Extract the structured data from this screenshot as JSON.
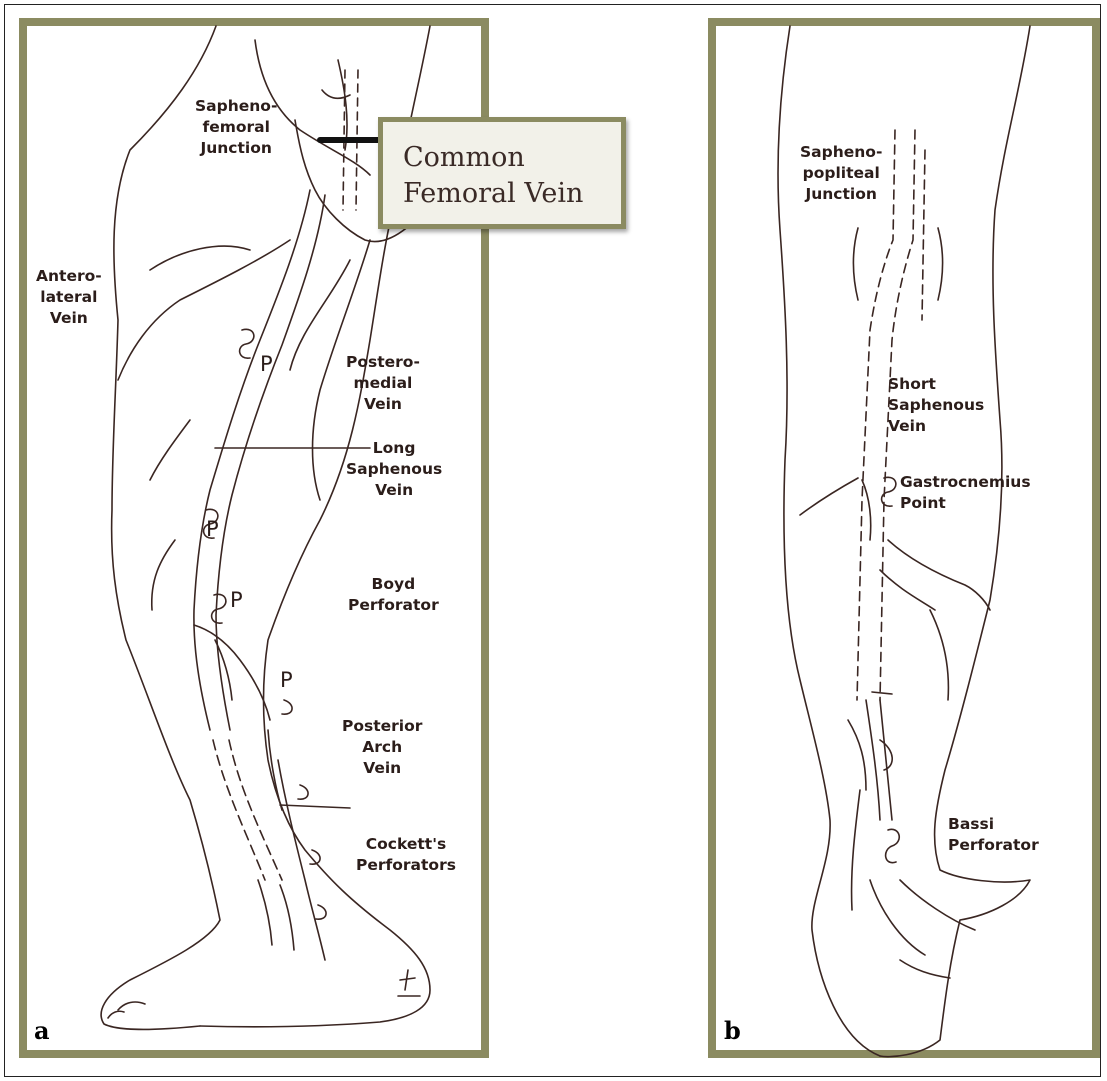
{
  "callout": {
    "text": "Common\nFemoral Vein"
  },
  "panel_a": {
    "letter": "a",
    "labels": {
      "saphenofemoral": "Sapheno-\nfemoral\nJunction",
      "anterolateral": "Antero-\nlateral\nVein",
      "posteromedial": "Postero-\nmedial\nVein",
      "long_saphenous": "Long\nSaphenous\nVein",
      "boyd": "Boyd\nPerforator",
      "posterior_arch": "Posterior\nArch\nVein",
      "cocketts": "Cockett's\nPerforators"
    },
    "p_marks": [
      "P",
      "P",
      "P",
      "P"
    ]
  },
  "panel_b": {
    "letter": "b",
    "labels": {
      "saphenopopliteal": "Sapheno-\npopliteal\nJunction",
      "short_saphenous": "Short\nSaphenous\nVein",
      "gastrocnemius": "Gastrocnemius\nPoint",
      "bassi": "Bassi\nPerforator"
    }
  },
  "colors": {
    "frame": "#8b8b61",
    "ink": "#2b1d1a",
    "callout_bg": "#f2f1e9"
  }
}
